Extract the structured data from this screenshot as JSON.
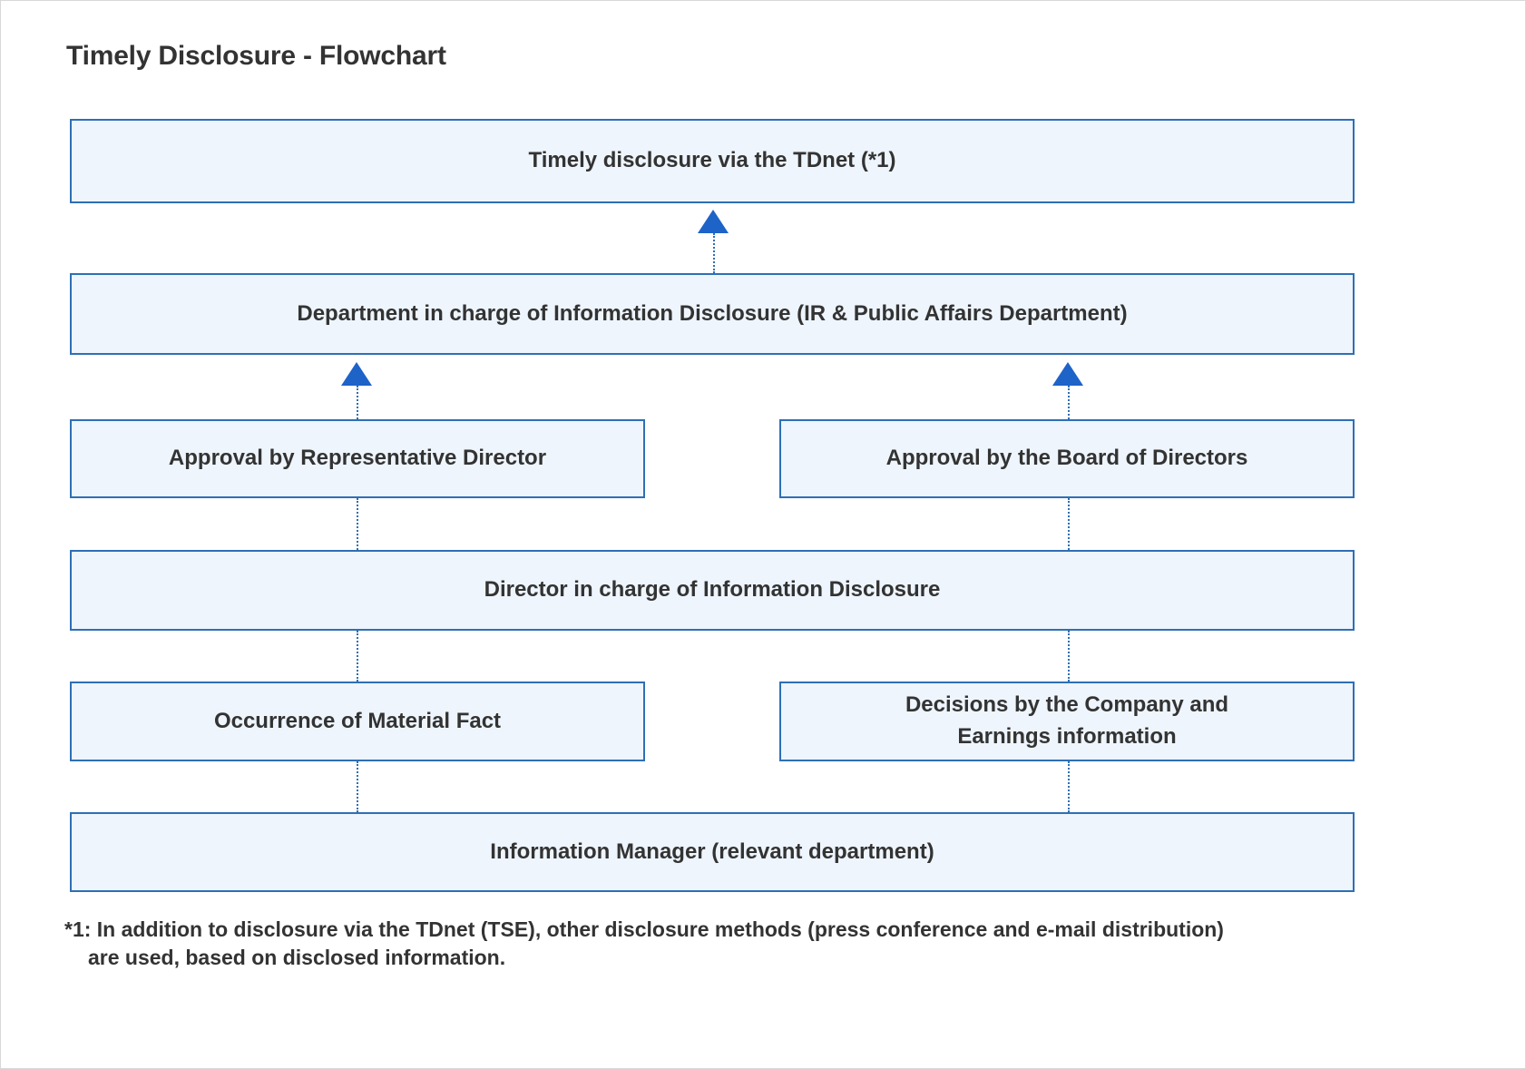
{
  "page": {
    "title": "Timely Disclosure - Flowchart",
    "background": "#ffffff"
  },
  "colors": {
    "node_fill": "#eef5fd",
    "node_border": "#2e6fb5",
    "arrow": "#1e63c8",
    "text": "#333333"
  },
  "nodes": {
    "tdnet": "Timely disclosure via the TDnet (*1)",
    "department": "Department in charge of Information Disclosure (IR & Public Affairs Department)",
    "rep_director": "Approval by Representative Director",
    "board": "Approval by the Board of Directors",
    "director": "Director in charge of Information Disclosure",
    "material_fact": "Occurrence of Material Fact",
    "decisions_line1": "Decisions by the Company and",
    "decisions_line2": "Earnings information",
    "info_manager": "Information Manager (relevant department)"
  },
  "footnote": {
    "line1": "*1: In addition to disclosure via the TDnet (TSE), other disclosure methods (press conference and e-mail distribution)",
    "line2": "are used, based on disclosed information."
  },
  "chart_data": {
    "type": "diagram",
    "title": "Timely Disclosure - Flowchart",
    "orientation": "bottom-to-top",
    "levels": [
      {
        "level": 1,
        "nodes": [
          "Information Manager (relevant department)"
        ]
      },
      {
        "level": 2,
        "nodes": [
          "Occurrence of Material Fact",
          "Decisions by the Company and Earnings information"
        ]
      },
      {
        "level": 3,
        "nodes": [
          "Director in charge of Information Disclosure"
        ]
      },
      {
        "level": 4,
        "nodes": [
          "Approval by Representative Director",
          "Approval by the Board of Directors"
        ]
      },
      {
        "level": 5,
        "nodes": [
          "Department in charge of Information Disclosure (IR & Public Affairs Department)"
        ]
      },
      {
        "level": 6,
        "nodes": [
          "Timely disclosure via the TDnet (*1)"
        ]
      }
    ],
    "edges": [
      {
        "from": "Information Manager (relevant department)",
        "to": "Occurrence of Material Fact",
        "style": "dotted"
      },
      {
        "from": "Information Manager (relevant department)",
        "to": "Decisions by the Company and Earnings information",
        "style": "dotted"
      },
      {
        "from": "Occurrence of Material Fact",
        "to": "Director in charge of Information Disclosure",
        "style": "dotted"
      },
      {
        "from": "Decisions by the Company and Earnings information",
        "to": "Director in charge of Information Disclosure",
        "style": "dotted"
      },
      {
        "from": "Director in charge of Information Disclosure",
        "to": "Approval by Representative Director",
        "style": "dotted"
      },
      {
        "from": "Director in charge of Information Disclosure",
        "to": "Approval by the Board of Directors",
        "style": "dotted"
      },
      {
        "from": "Approval by Representative Director",
        "to": "Department in charge of Information Disclosure (IR & Public Affairs Department)",
        "style": "dotted-arrow"
      },
      {
        "from": "Approval by the Board of Directors",
        "to": "Department in charge of Information Disclosure (IR & Public Affairs Department)",
        "style": "dotted-arrow"
      },
      {
        "from": "Department in charge of Information Disclosure (IR & Public Affairs Department)",
        "to": "Timely disclosure via the TDnet (*1)",
        "style": "dotted-arrow"
      }
    ]
  }
}
